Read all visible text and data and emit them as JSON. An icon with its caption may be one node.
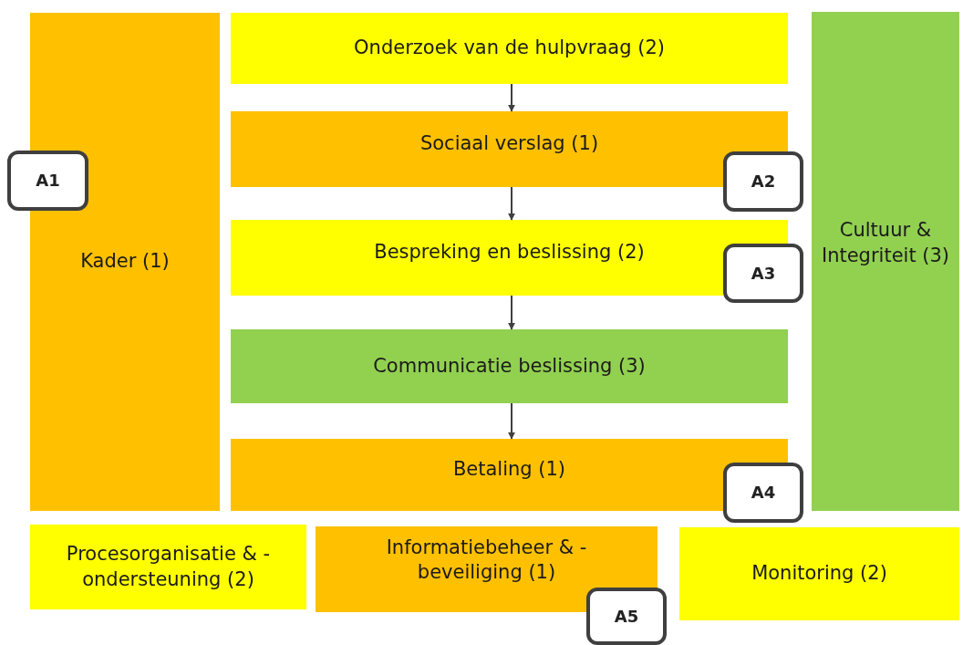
{
  "diagram": {
    "nodes": [
      {
        "text": [
          "Kader (1)"
        ]
      },
      {
        "text": [
          "Onderzoek van de hulpvraag (2)"
        ]
      },
      {
        "text": [
          "Sociaal verslag (1)"
        ]
      },
      {
        "text": [
          "Bespreking en beslissing (2)"
        ]
      },
      {
        "text": [
          "Communicatie beslissing (3)"
        ]
      },
      {
        "text": [
          "Betaling (1)"
        ]
      },
      {
        "text": [
          "Cultuur & Integriteit (3)"
        ]
      },
      {
        "text": [
          "Procesorganisatie & - ondersteuning (2)"
        ]
      },
      {
        "text": [
          "Informatiebeheer & - beveiliging (1)"
        ]
      },
      {
        "text": [
          "Monitoring (2)"
        ]
      },
      {
        "text": [
          "A1"
        ]
      },
      {
        "text": [
          "A2"
        ]
      },
      {
        "text": [
          "A3"
        ]
      },
      {
        "text": [
          "A4"
        ]
      },
      {
        "text": [
          "A5"
        ]
      }
    ],
    "edges": [
      {
        "from": 1,
        "to": 2,
        "arrow": "to"
      },
      {
        "from": 2,
        "to": 3,
        "arrow": "to"
      },
      {
        "from": 3,
        "to": 4,
        "arrow": "to"
      },
      {
        "from": 4,
        "to": 5,
        "arrow": "to"
      }
    ]
  }
}
